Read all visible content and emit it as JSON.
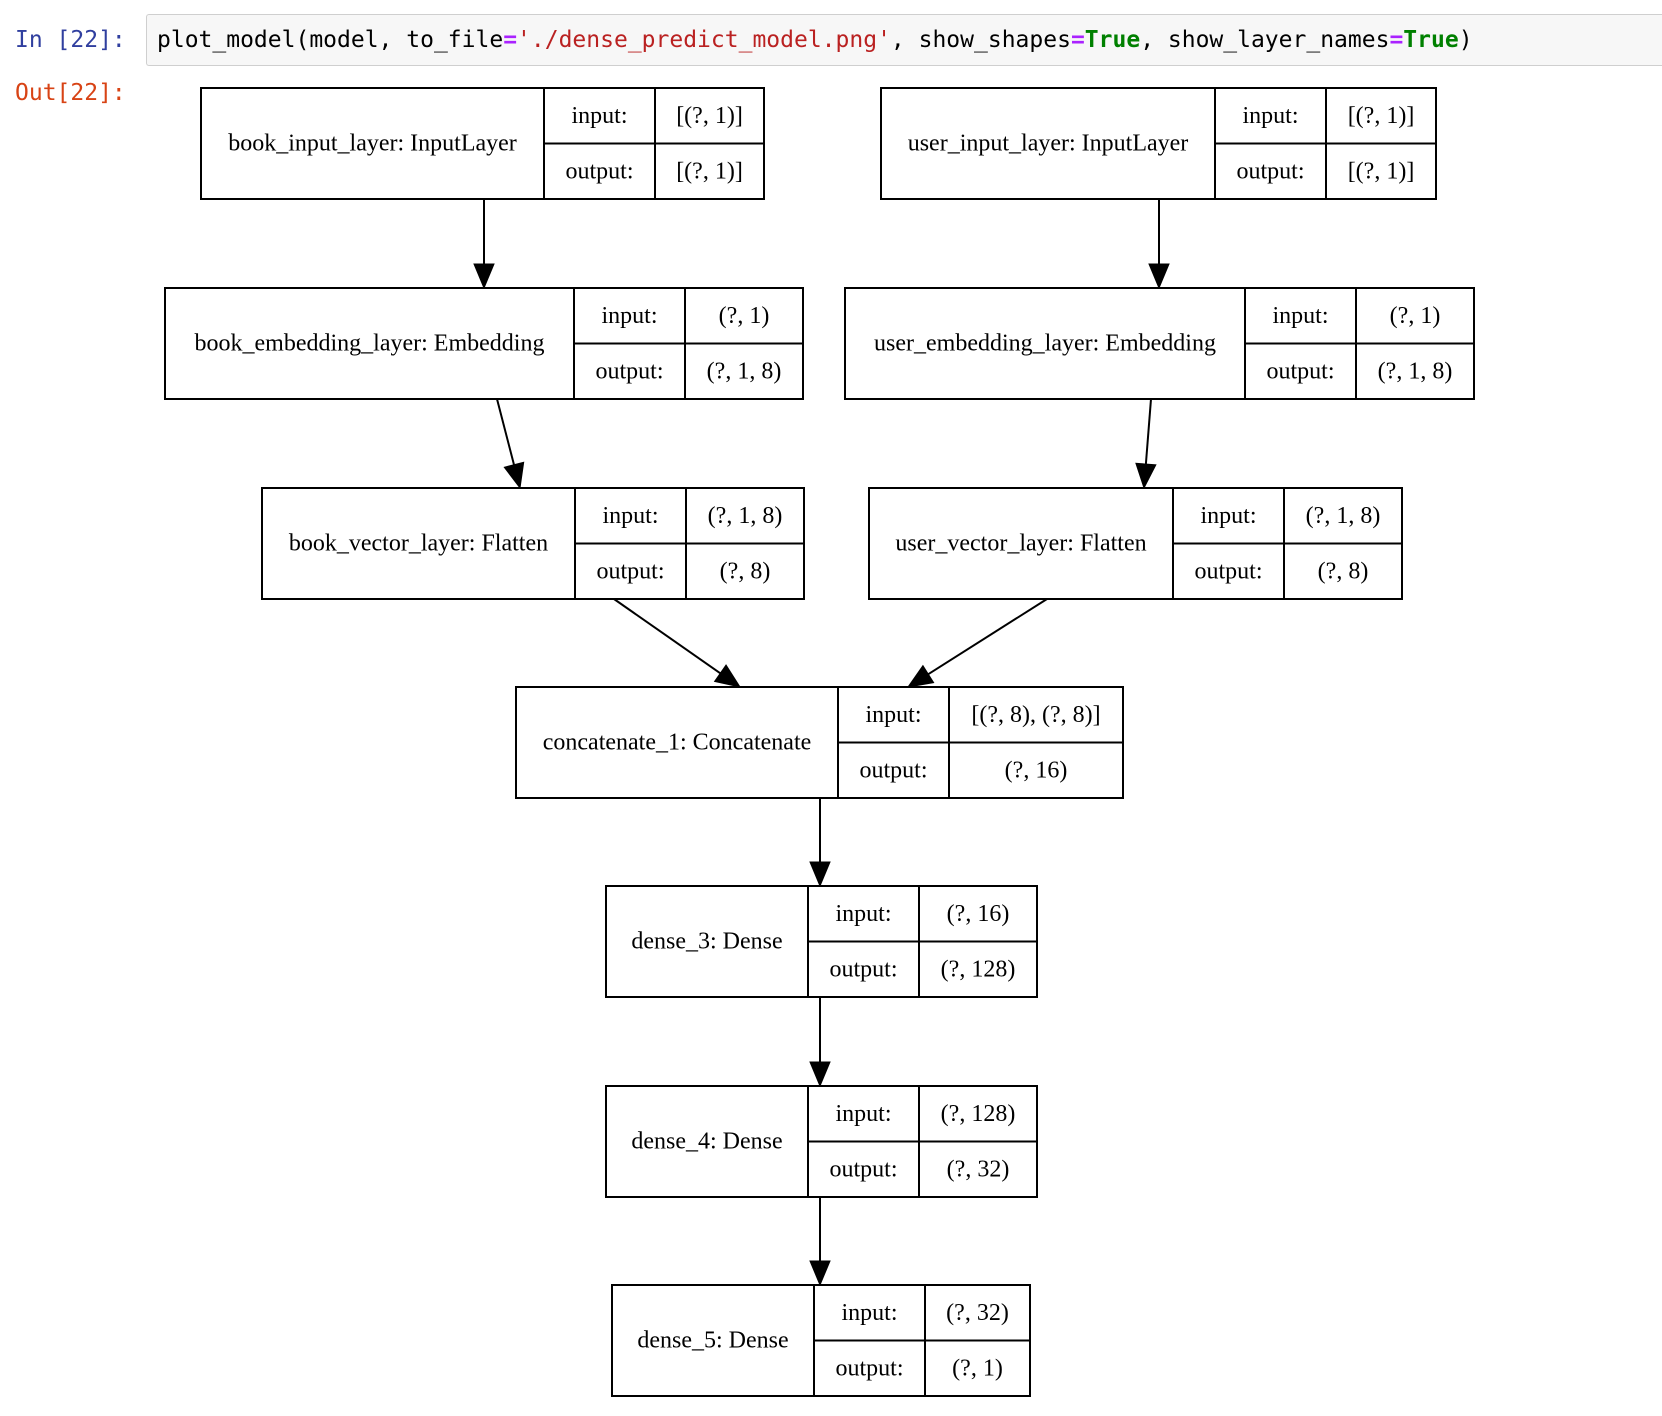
{
  "cell": {
    "in_prompt": "In [22]:",
    "out_prompt": "Out[22]:",
    "code": [
      {
        "t": "plot_model(model, to_file",
        "c": "plain"
      },
      {
        "t": "=",
        "c": "op"
      },
      {
        "t": "'./dense_predict_model.png'",
        "c": "str"
      },
      {
        "t": ", show_shapes",
        "c": "plain"
      },
      {
        "t": "=",
        "c": "op"
      },
      {
        "t": "True",
        "c": "kw"
      },
      {
        "t": ", show_layer_names",
        "c": "plain"
      },
      {
        "t": "=",
        "c": "op"
      },
      {
        "t": "True",
        "c": "kw"
      },
      {
        "t": ")",
        "c": "plain"
      }
    ]
  },
  "model_graph": {
    "nodes": [
      {
        "id": "book_input",
        "label": "book_input_layer: InputLayer",
        "input_label": "input:",
        "output_label": "output:",
        "input": "[(?, 1)]",
        "output": "[(?, 1)]"
      },
      {
        "id": "user_input",
        "label": "user_input_layer: InputLayer",
        "input_label": "input:",
        "output_label": "output:",
        "input": "[(?, 1)]",
        "output": "[(?, 1)]"
      },
      {
        "id": "book_embedding",
        "label": "book_embedding_layer: Embedding",
        "input_label": "input:",
        "output_label": "output:",
        "input": "(?, 1)",
        "output": "(?, 1, 8)"
      },
      {
        "id": "user_embedding",
        "label": "user_embedding_layer: Embedding",
        "input_label": "input:",
        "output_label": "output:",
        "input": "(?, 1)",
        "output": "(?, 1, 8)"
      },
      {
        "id": "book_vector",
        "label": "book_vector_layer: Flatten",
        "input_label": "input:",
        "output_label": "output:",
        "input": "(?, 1, 8)",
        "output": "(?, 8)"
      },
      {
        "id": "user_vector",
        "label": "user_vector_layer: Flatten",
        "input_label": "input:",
        "output_label": "output:",
        "input": "(?, 1, 8)",
        "output": "(?, 8)"
      },
      {
        "id": "concatenate_1",
        "label": "concatenate_1: Concatenate",
        "input_label": "input:",
        "output_label": "output:",
        "input": "[(?, 8), (?, 8)]",
        "output": "(?, 16)"
      },
      {
        "id": "dense_3",
        "label": "dense_3: Dense",
        "input_label": "input:",
        "output_label": "output:",
        "input": "(?, 16)",
        "output": "(?, 128)"
      },
      {
        "id": "dense_4",
        "label": "dense_4: Dense",
        "input_label": "input:",
        "output_label": "output:",
        "input": "(?, 128)",
        "output": "(?, 32)"
      },
      {
        "id": "dense_5",
        "label": "dense_5: Dense",
        "input_label": "input:",
        "output_label": "output:",
        "input": "(?, 32)",
        "output": "(?, 1)"
      }
    ],
    "edges": [
      {
        "from": "book_input",
        "to": "book_embedding"
      },
      {
        "from": "user_input",
        "to": "user_embedding"
      },
      {
        "from": "book_embedding",
        "to": "book_vector"
      },
      {
        "from": "user_embedding",
        "to": "user_vector"
      },
      {
        "from": "book_vector",
        "to": "concatenate_1"
      },
      {
        "from": "user_vector",
        "to": "concatenate_1"
      },
      {
        "from": "concatenate_1",
        "to": "dense_3"
      },
      {
        "from": "dense_3",
        "to": "dense_4"
      },
      {
        "from": "dense_4",
        "to": "dense_5"
      }
    ]
  }
}
